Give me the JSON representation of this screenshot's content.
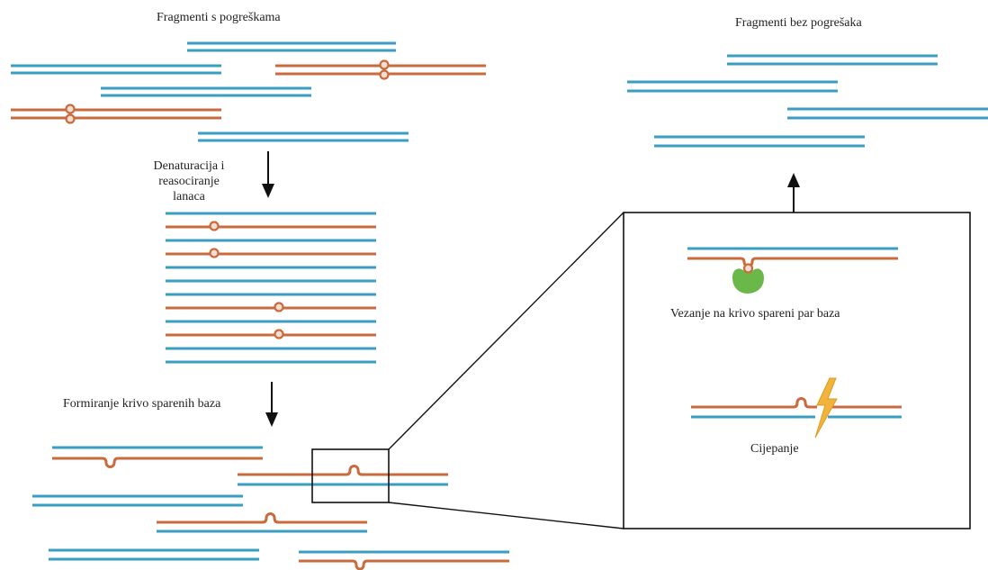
{
  "labels": {
    "fragments_with_errors": "Fragmenti s pogreškama",
    "fragments_without_errors": "Fragmenti bez pogrešaka",
    "denaturation_line1": "Denaturacija i",
    "denaturation_line2": "reasociranje",
    "denaturation_line3": "lanaca",
    "mismatch_formation": "Formiranje krivo sparenih baza",
    "binding_mismatch": "Vezanje na krivo spareni par baza",
    "cleavage": "Cijepanje"
  },
  "colors": {
    "correct_strand": "#3a9dc2",
    "error_strand": "#c96b3c",
    "enzyme": "#6bb84a",
    "cleavage_bolt": "#f2b33d"
  },
  "icons": {
    "enzyme": "mismatch-binding-protein-icon",
    "cleavage": "lightning-bolt-icon"
  }
}
